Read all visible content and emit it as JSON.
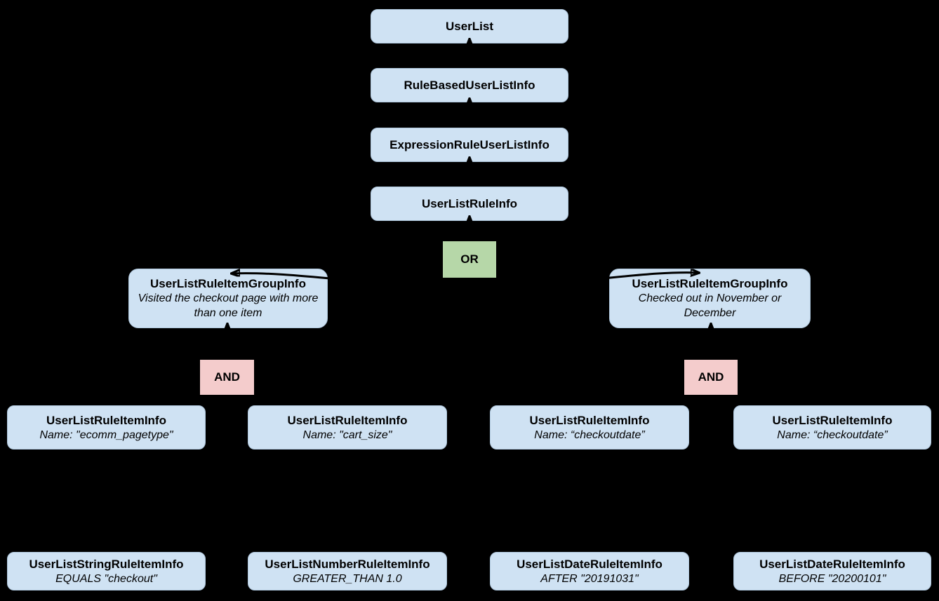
{
  "diagram": {
    "colors": {
      "background": "#000000",
      "node_fill": "#cfe2f3",
      "or_fill": "#b6d7a8",
      "and_fill": "#f4cccc",
      "text": "#000000"
    },
    "nodes": {
      "user_list": {
        "title": "UserList"
      },
      "rule_based_user_list_info": {
        "title": "RuleBasedUserListInfo"
      },
      "expression_rule_user_list_info": {
        "title": "ExpressionRuleUserListInfo"
      },
      "user_list_rule_info": {
        "title": "UserListRuleInfo"
      },
      "group_left": {
        "title": "UserListRuleItemGroupInfo",
        "description": "Visited the checkout page with more than one item"
      },
      "group_right": {
        "title": "UserListRuleItemGroupInfo",
        "description": "Checked out in November or December"
      },
      "rule_item_1": {
        "title": "UserListRuleItemInfo",
        "description": "Name: \"ecomm_pagetype\""
      },
      "rule_item_2": {
        "title": "UserListRuleItemInfo",
        "description": "Name: \"cart_size\""
      },
      "rule_item_3": {
        "title": "UserListRuleItemInfo",
        "description": "Name: “checkoutdate”"
      },
      "rule_item_4": {
        "title": "UserListRuleItemInfo",
        "description": "Name: “checkoutdate”"
      },
      "operand_1": {
        "title": "UserListStringRuleItemInfo",
        "description": "EQUALS \"checkout\""
      },
      "operand_2": {
        "title": "UserListNumberRuleItemInfo",
        "description": "GREATER_THAN 1.0"
      },
      "operand_3": {
        "title": "UserListDateRuleItemInfo",
        "description": "AFTER \"20191031\""
      },
      "operand_4": {
        "title": "UserListDateRuleItemInfo",
        "description": "BEFORE \"20200101\""
      }
    },
    "operators": {
      "or": "OR",
      "and_left": "AND",
      "and_right": "AND"
    }
  }
}
